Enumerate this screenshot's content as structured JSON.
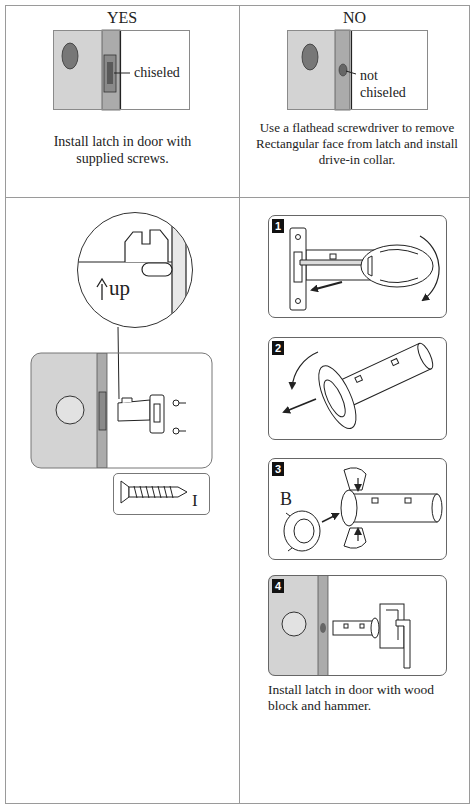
{
  "diagram": {
    "nodes": [
      {
        "text": [
          "chiseled"
        ]
      },
      {
        "text": [
          "not chiseled"
        ]
      },
      {
        "text": [
          "up"
        ]
      },
      {
        "text": [
          "I"
        ]
      },
      {
        "text": [
          "1"
        ]
      },
      {
        "text": [
          "2"
        ]
      },
      {
        "text": [
          "3",
          "B"
        ]
      },
      {
        "text": [
          "4"
        ]
      }
    ],
    "labels": [
      "YES",
      "NO",
      "Install latch in door with supplied screws.",
      "Use a flathead screwdriver to remove Rectangular face from latch and install drive-in collar.",
      "Install latch in door with wood block and hammer."
    ]
  }
}
